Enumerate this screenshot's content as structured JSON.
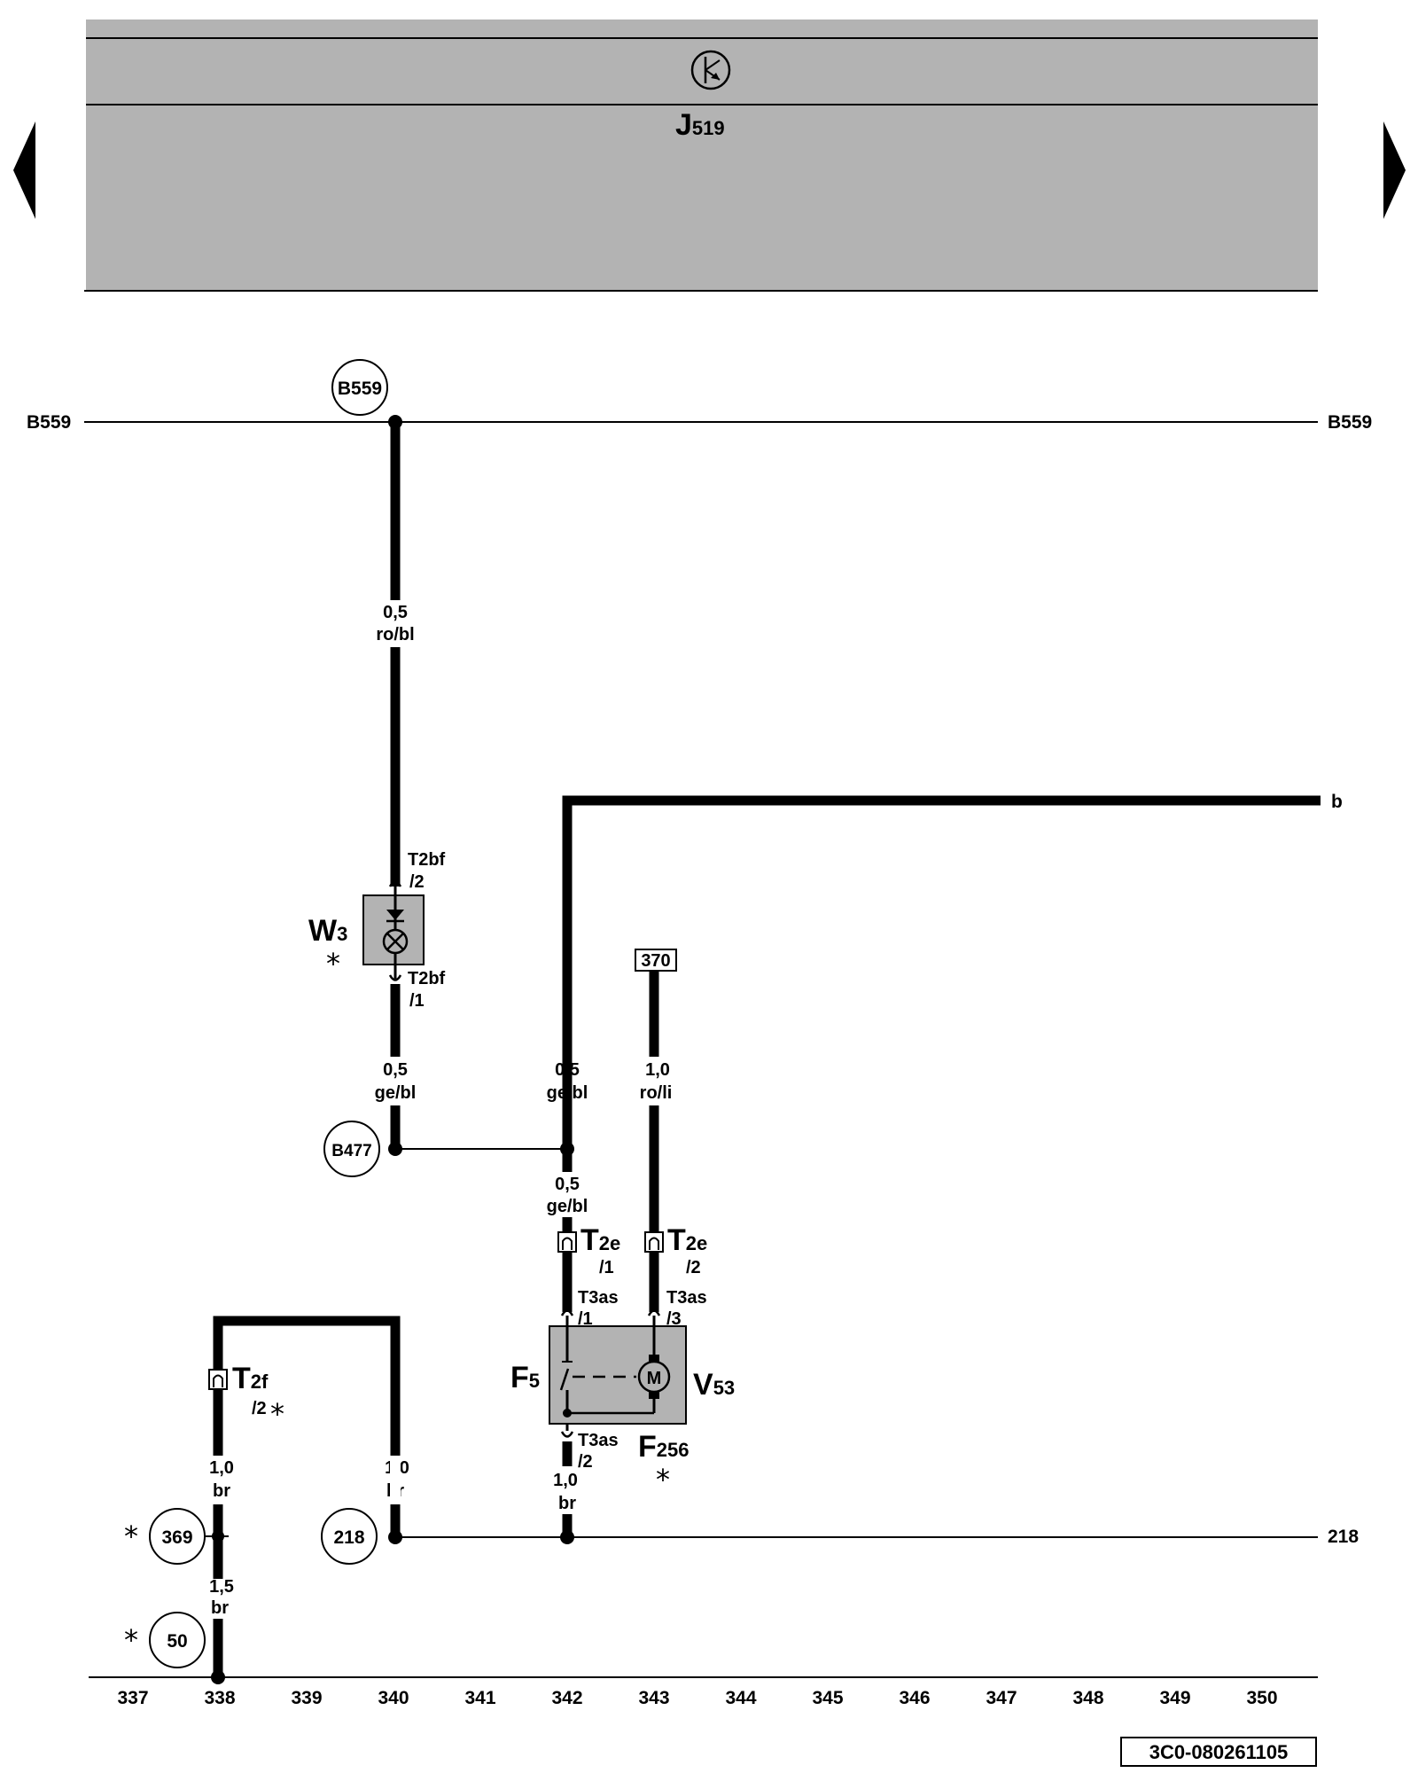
{
  "header": {
    "control_unit_symbol": "transistor-symbol",
    "control_unit": {
      "main": "J",
      "sub": "519"
    }
  },
  "navigation": {
    "prev": "left-arrow",
    "next": "right-arrow"
  },
  "buses": {
    "top_left": "B559",
    "top_right": "B559",
    "bottom_right": "218",
    "branch_label": "b"
  },
  "references": {
    "b559": "B559",
    "b477": "B477",
    "r370": "370",
    "r369": "369",
    "r218": "218",
    "r50": "50"
  },
  "wires": {
    "w1": {
      "size": "0,5",
      "color": "ro/bl"
    },
    "w2": {
      "size": "0,5",
      "color": "ge/bl"
    },
    "w3": {
      "size": "0,5",
      "color": "ge/bl"
    },
    "w4": {
      "size": "1,0",
      "color": "ro/li"
    },
    "w5": {
      "size": "0,5",
      "color": "ge/bl"
    },
    "w6": {
      "size": "1,0",
      "color": "br"
    },
    "w7": {
      "size": "1,0",
      "color": "br"
    },
    "w8": {
      "size": "1,0",
      "color": "br"
    },
    "w9": {
      "size": "1,5",
      "color": "br"
    }
  },
  "connectors": {
    "t2bf_top": {
      "name": "T2bf",
      "pin": "/2"
    },
    "t2bf_bot": {
      "name": "T2bf",
      "pin": "/1"
    },
    "t2e_1": {
      "main": "T",
      "sub": "2e",
      "pin": "/1"
    },
    "t2e_2": {
      "main": "T",
      "sub": "2e",
      "pin": "/2"
    },
    "t3as_1": {
      "name": "T3as",
      "pin": "/1"
    },
    "t3as_3": {
      "name": "T3as",
      "pin": "/3"
    },
    "t3as_2": {
      "name": "T3as",
      "pin": "/2"
    },
    "t2f": {
      "main": "T",
      "sub": "2f",
      "pin": "/2"
    }
  },
  "components": {
    "w3": {
      "main": "W",
      "sub": "3"
    },
    "f5": {
      "main": "F",
      "sub": "5"
    },
    "v53": {
      "main": "V",
      "sub": "53"
    },
    "f256": {
      "main": "F",
      "sub": "256"
    },
    "motor_label": "M"
  },
  "marks": {
    "asterisk": "*"
  },
  "track_numbers": [
    "337",
    "338",
    "339",
    "340",
    "341",
    "342",
    "343",
    "344",
    "345",
    "346",
    "347",
    "348",
    "349",
    "350"
  ],
  "footer": {
    "doc_code": "3C0-080261105"
  }
}
